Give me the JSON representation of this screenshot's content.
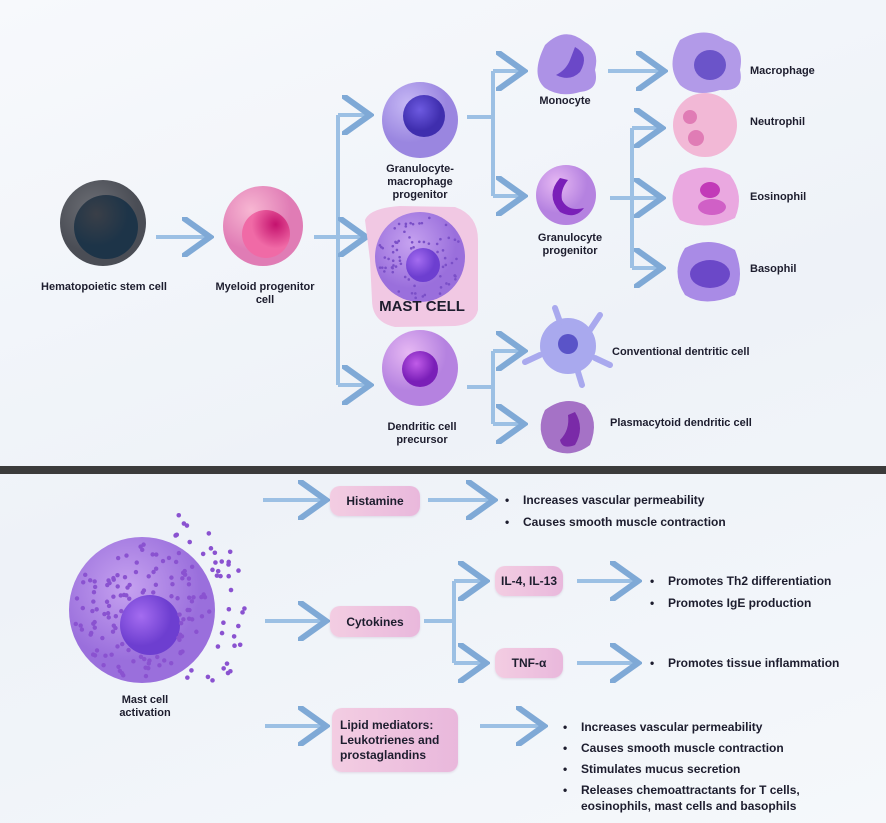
{
  "top": {
    "cells": {
      "hsc": "Hematopoietic stem cell",
      "myeloid": "Myeloid progenitor cell",
      "gmp": "Granulocyte-macrophage progenitor",
      "mast": "MAST CELL",
      "dcp": "Dendritic cell precursor",
      "monocyte": "Monocyte",
      "gp": "Granulocyte progenitor",
      "macrophage": "Macrophage",
      "neutrophil": "Neutrophil",
      "eosinophil": "Eosinophil",
      "basophil": "Basophil",
      "cdc": "Conventional dentritic cell",
      "pdc": "Plasmacytoid dendritic cell"
    }
  },
  "bottom": {
    "activation": "Mast cell activation",
    "histamine": {
      "label": "Histamine",
      "effects": [
        "Increases vascular permeability",
        "Causes smooth muscle contraction"
      ]
    },
    "cytokines": {
      "label": "Cytokines",
      "il": {
        "label": "IL-4, IL-13",
        "effects": [
          "Promotes Th2 differentiation",
          "Promotes IgE production"
        ]
      },
      "tnf": {
        "label": "TNF-α",
        "effects": [
          "Promotes tissue inflammation"
        ]
      }
    },
    "lipid": {
      "label": "Lipid mediators: Leukotrienes and prostaglandins",
      "effects": [
        "Increases vascular permeability",
        "Causes smooth muscle contraction",
        "Stimulates mucus secretion",
        "Releases chemoattractants for T cells, eosinophils, mast cells and basophils"
      ]
    }
  },
  "colors": {
    "arrow": "#8fb8e0",
    "divider": "#3b3b3b",
    "pill": "#efc3e0"
  }
}
